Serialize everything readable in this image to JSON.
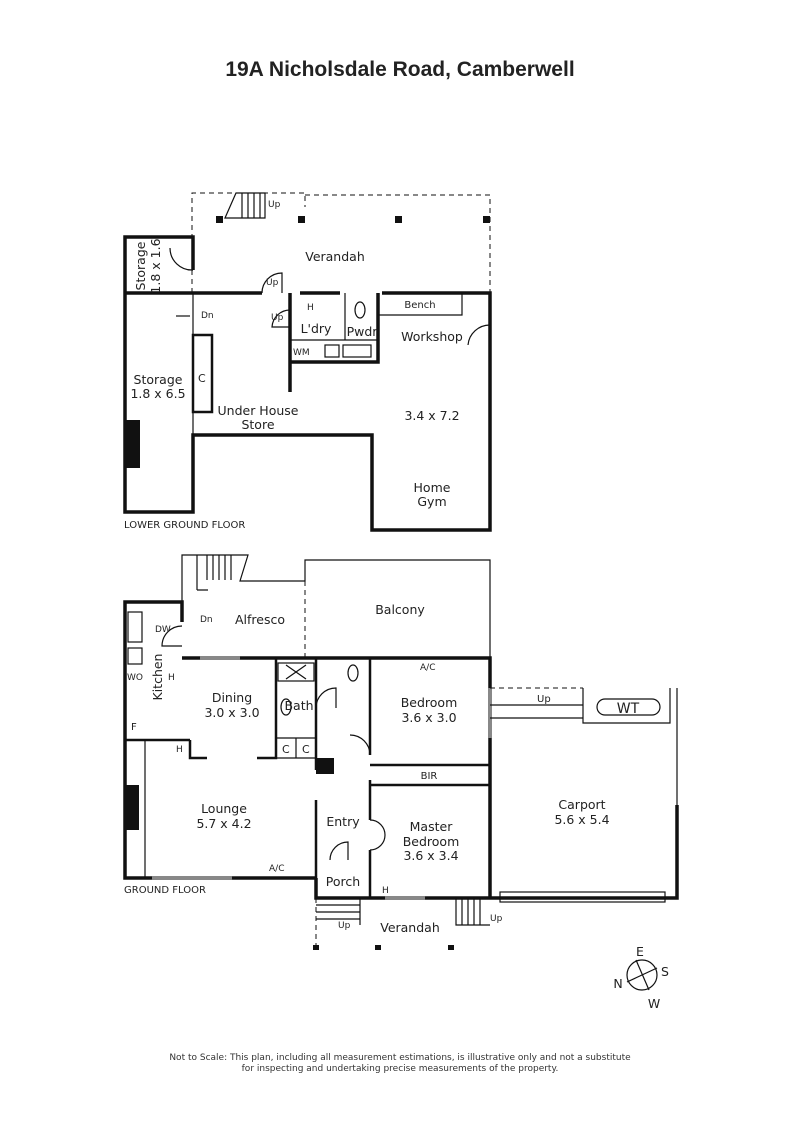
{
  "title": "19A Nicholsdale Road, Camberwell",
  "lower_ground_floor": {
    "label": "LOWER GROUND FLOOR",
    "rooms": {
      "verandah": "Verandah",
      "storage_small": "Storage",
      "storage_small_dims": "1.8 x 1.6",
      "storage": "Storage",
      "storage_dims": "1.8 x 6.5",
      "under_house_store_1": "Under House",
      "under_house_store_2": "Store",
      "laundry": "L'dry",
      "powder": "Pwdr",
      "bench": "Bench",
      "workshop": "Workshop",
      "workshop_dims": "3.4 x 7.2",
      "home_gym_1": "Home",
      "home_gym_2": "Gym"
    },
    "fixtures": {
      "up1": "Up",
      "up2": "Up",
      "up3": "Up",
      "dn": "Dn",
      "h": "H",
      "wm": "WM",
      "c": "C"
    }
  },
  "ground_floor": {
    "label": "GROUND FLOOR",
    "rooms": {
      "alfresco": "Alfresco",
      "balcony": "Balcony",
      "kitchen": "Kitchen",
      "dining": "Dining",
      "dining_dims": "3.0 x 3.0",
      "bath": "Bath",
      "bedroom": "Bedroom",
      "bedroom_dims": "3.6 x 3.0",
      "bir": "BIR",
      "lounge": "Lounge",
      "lounge_dims": "5.7 x 4.2",
      "entry": "Entry",
      "master_1": "Master",
      "master_2": "Bedroom",
      "master_dims": "3.6 x 3.4",
      "porch": "Porch",
      "verandah": "Verandah",
      "carport": "Carport",
      "carport_dims": "5.6 x 5.4",
      "wt": "WT"
    },
    "fixtures": {
      "dw": "DW",
      "wo": "WO",
      "f": "F",
      "h": "H",
      "ac": "A/C",
      "c": "C",
      "dn": "Dn",
      "up": "Up"
    }
  },
  "compass": {
    "n": "N",
    "e": "E",
    "s": "S",
    "w": "W"
  },
  "disclaimer_line1": "Not to Scale: This plan, including all measurement estimations, is illustrative only and not a substitute",
  "disclaimer_line2": "for inspecting and undertaking precise measurements of the property."
}
